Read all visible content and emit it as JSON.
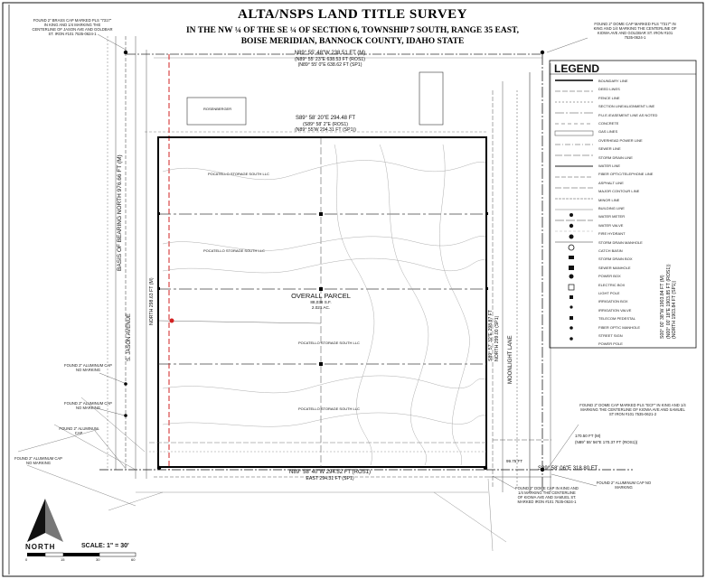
{
  "title": {
    "line1": "ALTA/NSPS LAND TITLE SURVEY",
    "line2": "IN THE NW ¼ OF THE SE ¼ OF SECTION 6, TOWNSHIP 7 SOUTH, RANGE 35 EAST,",
    "line3": "BOISE MERIDIAN, BANNOCK COUNTY, IDAHO STATE"
  },
  "notes": {
    "top_left": "FOUND 2\" BRASS CAP MARKED PLS \"7317\" IN KING AND 1/4 MARKING THE CENTERLINE OF JASON AVE AND GOLDBAR ST. IRON #101 7535-0624-1",
    "top_right": "FOUND 2\" DOME CAP MARKED PLS \"7317\" IN KING AND 1/4 MARKING THE CENTERLINE OF KIOWA AVE AND GOLDBAR ST. IRON #101 7535-0624-1",
    "left_1": "FOUND 2\" ALUMINUM CAP NO MARKING",
    "left_2": "FOUND 2\" ALUMINUM CAP NO MARKING",
    "left_3": "FOUND 2\" ALUMINUM CAP",
    "right_mid": "FOUND 2\" DOME CAP MARKED PLS \"ECF\" IN KING AND 1/4 MARKING THE CENTERLINE OF KIOWA AVE AND SAMUEL ST IRON #101 7535-0621-2",
    "right_low": "FOUND 2\" ALUMINUM CAP NO MARKING",
    "bottom_center": "FOUND 2\" DOME CAP IN KING AND 1/4 MARKING THE CENTERLINE OF KIOWA AVE AND SAMUEL ST. MARKED IRON #101 7535-0624-1"
  },
  "dims": {
    "top_m": "N89° 55' 48\"W  238.51 FT (M)",
    "top_rec": "(N89° 55' 23\"E 638.53 FT (ROS1)",
    "top_rec2": "(N89° 55' 0\"E 638.62 FT (SP1)",
    "parcel_top_m": "S89° 58' 20\"E  294.48 FT",
    "parcel_top_rec1": "(S89° 58' 2\"E (ROS1)",
    "parcel_top_rec2": "(N89° 55'W 294.31 FT (SP1))",
    "parcel_bottom": "N89° 58' 40\"W  294.52 FT (ROS1)",
    "parcel_bottom_rec": "EAST 294.31 FT (SP1)",
    "east_line": "S89° 58' 06\"E  318.80 FT",
    "east_line_rec": "(N89° 55' 56\"E 170.37 FT (ROS1))",
    "east_line_rec2": "170.50 FT (M)",
    "basis": "BASIS OF BEARING NORTH 976.66 FT (M)",
    "west_parcel": "NORTH  298.63 FT (M)",
    "east_parcel": "S89° 57' 32\"E  298.87 FT",
    "east_parcel_rec": "NORTH  299.00 (SP1)",
    "far_right": "S00° 00' 38\"W  1903.84 FT (M)",
    "far_right_rec": "(N00° 00' 18\"E 1903.85 FT (ROS1))",
    "far_right_rec2": "(NORTH 1903.84 FT (SP1))",
    "small_right": "99.75 FT"
  },
  "streets": {
    "west": "S. JASON AVENUE",
    "east": "MOONLIGHT LANE"
  },
  "parcel": {
    "name": "OVERALL PARCEL",
    "area_sf": "88,038 S.F.",
    "area_ac": "2.021 AC."
  },
  "owners": {
    "o1": "ROSENBERGER",
    "o2": "POCATELLO STORAGE SOUTH LLC",
    "o3": "POCATELLO STORAGE SOUTH LLC",
    "o4": "POCATELLO STORAGE SOUTH LLC",
    "o5": "POCATELLO STORAGE SOUTH LLC"
  },
  "legend": {
    "title": "LEGEND",
    "items": [
      "BOUNDARY LINE",
      "DEED LINES",
      "FENCE LINE",
      "SECTION LINE/ALIGNMENT LINE",
      "P.U.E./EASEMENT LINE AS NOTED",
      "CONCRETE",
      "GAS LINES",
      "OVERHEAD POWER LINE",
      "SEWER LINE",
      "STORM DRAIN LINE",
      "WATER LINE",
      "FIBER OPTIC/TELEPHONE LINE",
      "ASPHALT LINE",
      "MAJOR CONTOUR LINE",
      "MINOR LINE",
      "BUILDING LINE",
      "WATER METER",
      "WATER VALVE",
      "FIRE HYDRANT",
      "STORM DRAIN MANHOLE",
      "CATCH BASIN",
      "STORM DRAIN BOX",
      "SEWER MANHOLE",
      "POWER BOX",
      "ELECTRIC BOX",
      "LIGHT POLE",
      "IRRIGATION BOX",
      "IRRIGATION VALVE",
      "TELECOM PEDESTAL",
      "FIBER OPTIC MANHOLE",
      "STREET SIGN",
      "POWER POLE"
    ]
  },
  "north": "NORTH",
  "scale": {
    "label": "SCALE: 1\" = 30'",
    "ticks": [
      "0",
      "15",
      "30",
      "60"
    ]
  },
  "colors": {
    "ink": "#111111",
    "gray": "#888888",
    "red": "#d22222"
  }
}
